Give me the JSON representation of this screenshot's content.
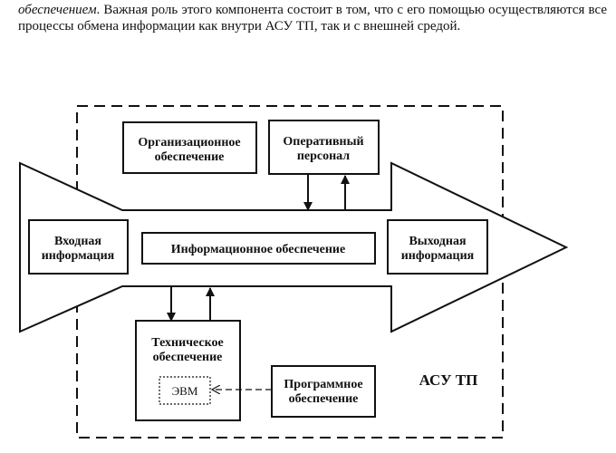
{
  "text": {
    "emphasized": "обеспечением",
    "rest": ". Важная роль этого компонента состоит в том, что с его помощью осуществляются все процессы обмена информации как внутри АСУ ТП, так и с внешней средой."
  },
  "diagram": {
    "boundary_label": "АСУ ТП",
    "blocks": {
      "org": [
        "Организационное",
        "обеспечение"
      ],
      "personnel": [
        "Оперативный",
        "персонал"
      ],
      "input": [
        "Входная",
        "информация"
      ],
      "info": [
        "Информационное обеспечение"
      ],
      "output": [
        "Выходная",
        "информация"
      ],
      "tech": [
        "Техническое",
        "обеспечение"
      ],
      "evm": [
        "ЭВМ"
      ],
      "software": [
        "Программное",
        "обеспечение"
      ]
    }
  }
}
